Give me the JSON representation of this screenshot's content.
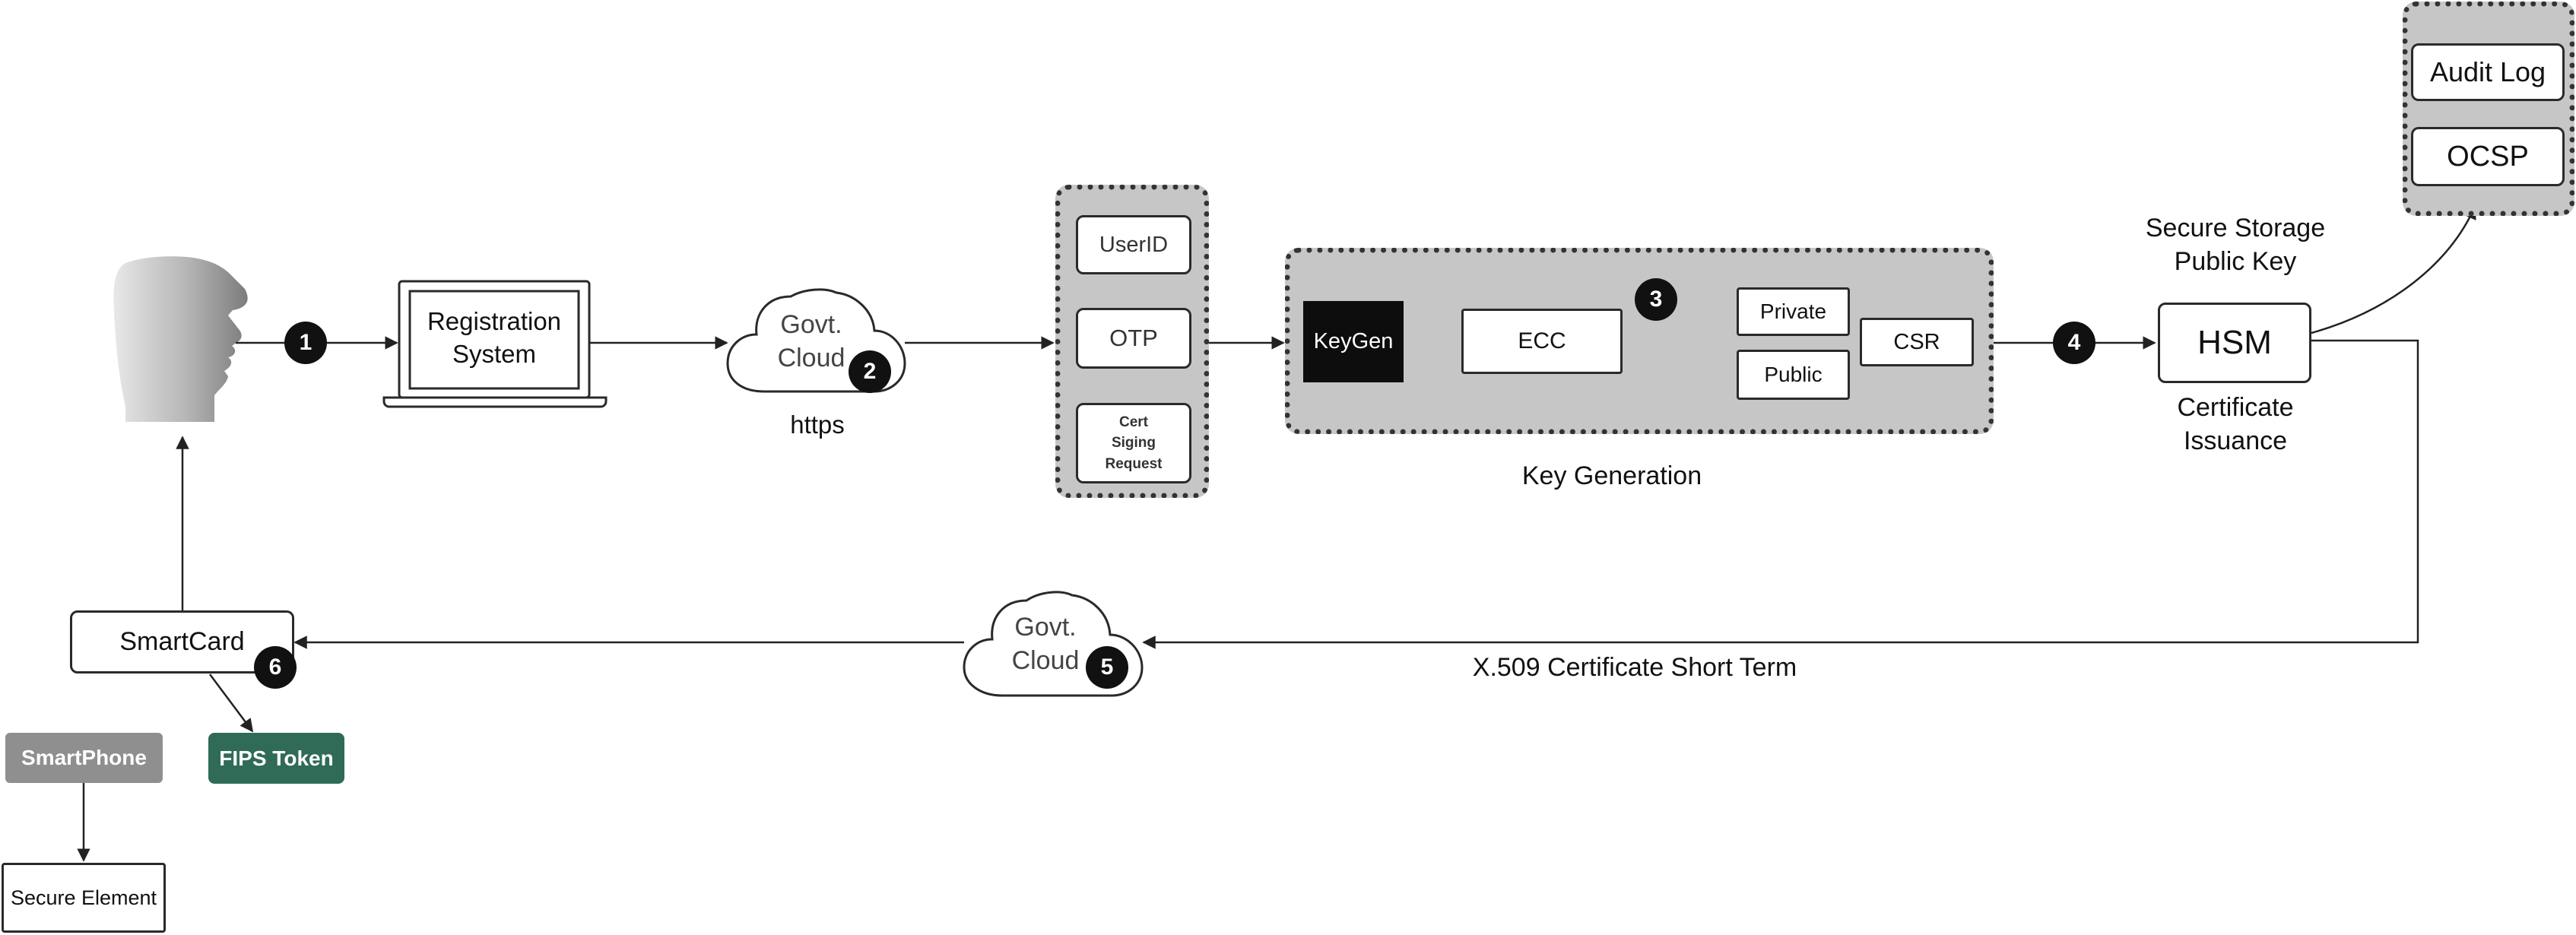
{
  "nodes": {
    "registration": "Registration\nSystem",
    "cloud_top": "Govt.\nCloud",
    "https": "https",
    "userid": "UserID",
    "otp": "OTP",
    "csr_request": "Cert\nSiging\nRequest",
    "keygen": "KeyGen",
    "ecc": "ECC",
    "private": "Private",
    "public": "Public",
    "csr": "CSR",
    "key_generation": "Key Generation",
    "hsm": "HSM",
    "secure_storage": "Secure Storage\nPublic Key",
    "cert_issuance": "Certificate\nIssuance",
    "audit_log": "Audit Log",
    "ocsp": "OCSP",
    "x509": "X.509 Certificate Short Term",
    "cloud_bottom": "Govt.\nCloud",
    "smartcard": "SmartCard",
    "smartphone": "SmartPhone",
    "fips_token": "FIPS Token",
    "secure_element": "Secure Element"
  },
  "steps": [
    "1",
    "2",
    "3",
    "4",
    "5",
    "6"
  ],
  "colors": {
    "panel": "#c6c6c6",
    "keygen": "#0d0d0d",
    "smartphone": "#8f8f8f",
    "fips_token": "#2f6b57"
  }
}
